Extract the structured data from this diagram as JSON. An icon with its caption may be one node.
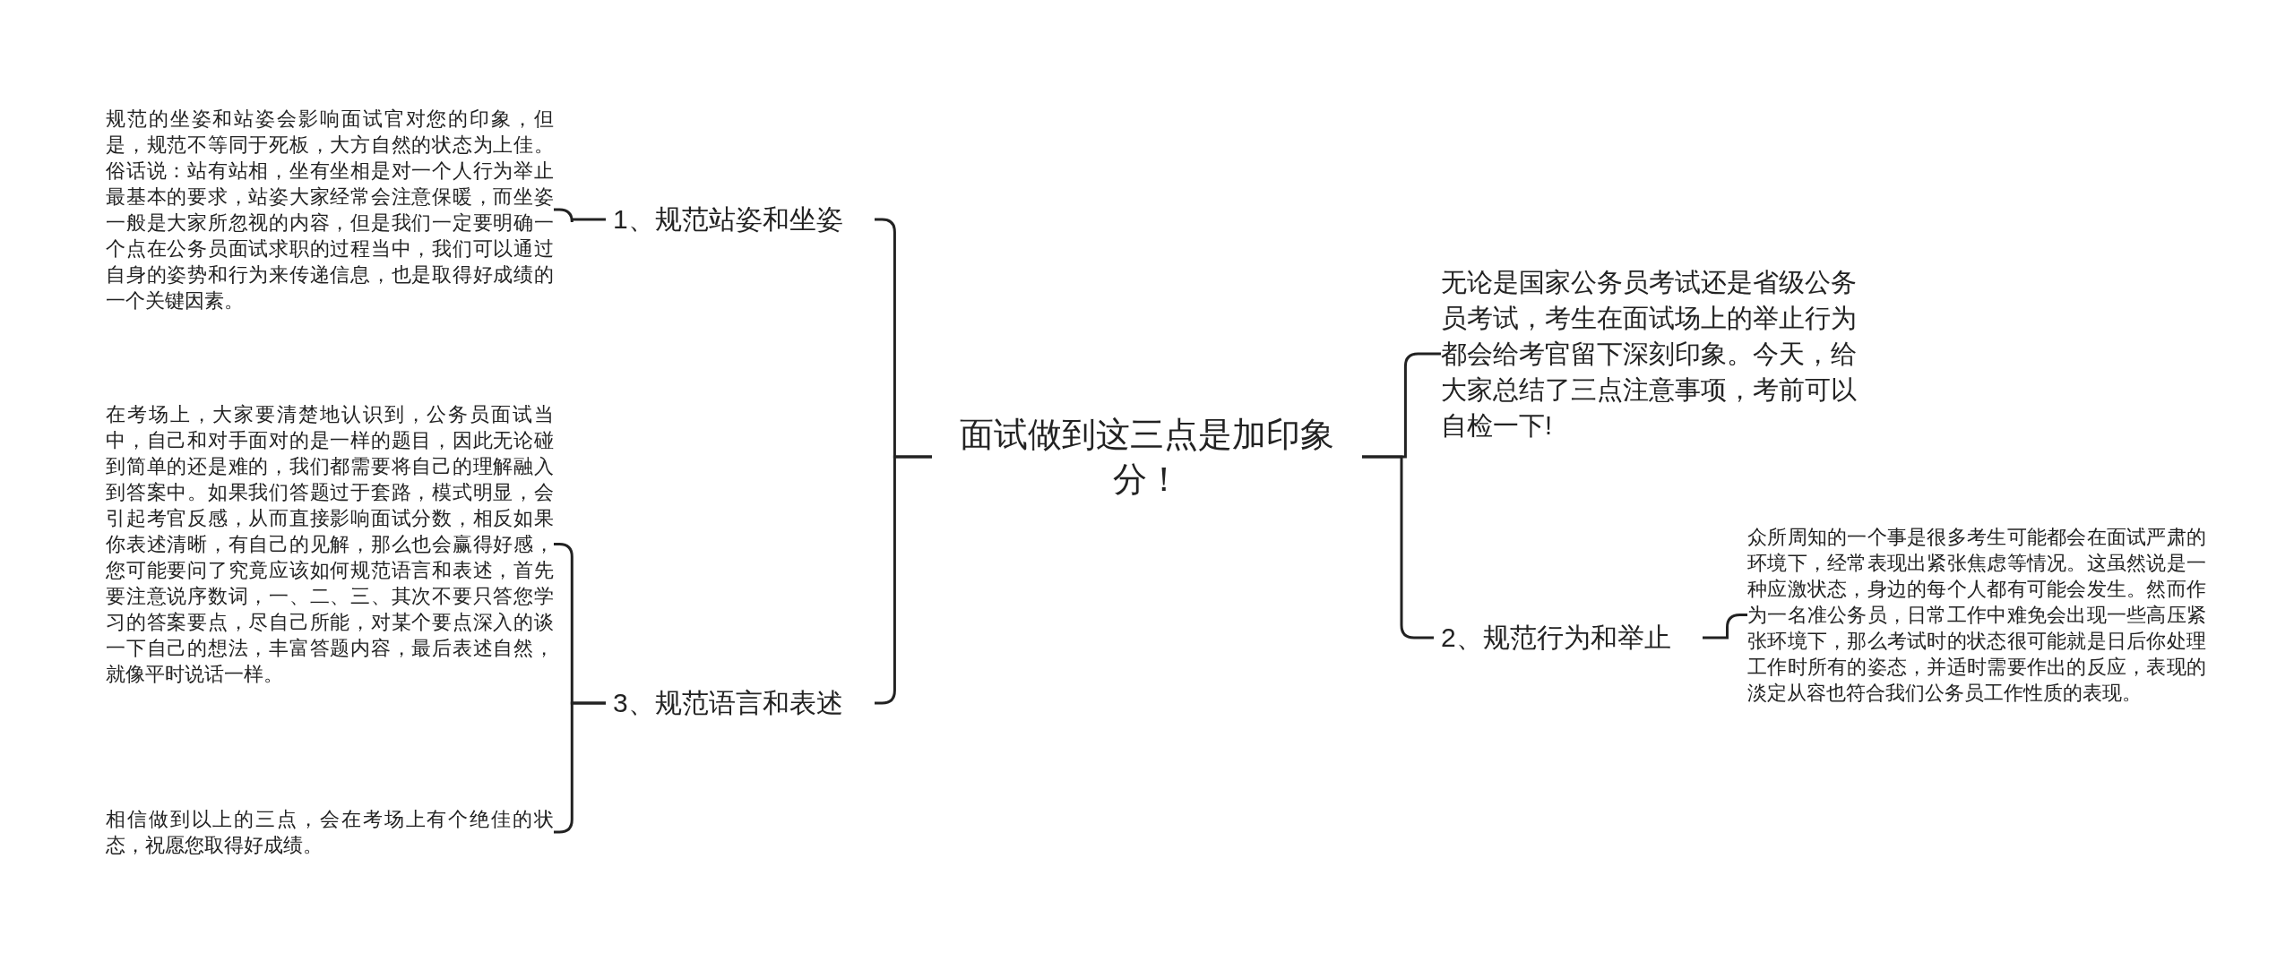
{
  "diagram": {
    "nodes": [
      {
        "text": [
          "面试做到这三点是加印象分！"
        ]
      },
      {
        "text": [
          "1、规范站姿和坐姿"
        ]
      },
      {
        "text": [
          "规范的坐姿和站姿会影响面试官对您的印象，但是，规范不等同于死板，大方自然的状态为上佳。俗话说：站有站相，坐有坐相是对一个人行为举止最基本的要求，站姿大家经常会注意保暖，而坐姿一般是大家所忽视的内容，但是我们一定要明确一个点在公务员面试求职的过程当中，我们可以通过自身的姿势和行为来传递信息，也是取得好成绩的一个关键因素。"
        ]
      },
      {
        "text": [
          "3、规范语言和表述"
        ]
      },
      {
        "text": [
          "在考场上，大家要清楚地认识到，公务员面试当中，自己和对手面对的是一样的题目，因此无论碰到简单的还是难的，我们都需要将自己的理解融入到答案中。如果我们答题过于套路，模式明显，会引起考官反感，从而直接影响面试分数，相反如果你表述清晰，有自己的见解，那么也会赢得好感，您可能要问了究竟应该如何规范语言和表述，首先要注意说序数词，一、二、三、其次不要只答您学习的答案要点，尽自己所能，对某个要点深入的谈一下自己的想法，丰富答题内容，最后表述自然，就像平时说话一样。"
        ]
      },
      {
        "text": [
          "相信做到以上的三点，会在考场上有个绝佳的状态，祝愿您取得好成绩。"
        ]
      },
      {
        "text": [
          "无论是国家公务员考试还是省级公务员考试，考生在面试场上的举止行为都会给考官留下深刻印象。今天，给大家总结了三点注意事项，考前可以自检一下!"
        ]
      },
      {
        "text": [
          "2、规范行为和举止"
        ]
      },
      {
        "text": [
          "众所周知的一个事是很多考生可能都会在面试严肃的环境下，经常表现出紧张焦虑等情况。这虽然说是一种应激状态，身边的每个人都有可能会发生。然而作为一名准公务员，日常工作中难免会出现一些高压紧张环境下，那么考试时的状态很可能就是日后你处理工作时所有的姿态，并适时需要作出的反应，表现的淡定从容也符合我们公务员工作性质的表现。"
        ]
      }
    ],
    "edges": [
      {
        "from": 0,
        "to": 1,
        "arrow": "none"
      },
      {
        "from": 0,
        "to": 3,
        "arrow": "none"
      },
      {
        "from": 0,
        "to": 6,
        "arrow": "none"
      },
      {
        "from": 0,
        "to": 7,
        "arrow": "none"
      },
      {
        "from": 1,
        "to": 2,
        "arrow": "none"
      },
      {
        "from": 3,
        "to": 4,
        "arrow": "none"
      },
      {
        "from": 3,
        "to": 5,
        "arrow": "none"
      },
      {
        "from": 7,
        "to": 8,
        "arrow": "none"
      }
    ]
  }
}
